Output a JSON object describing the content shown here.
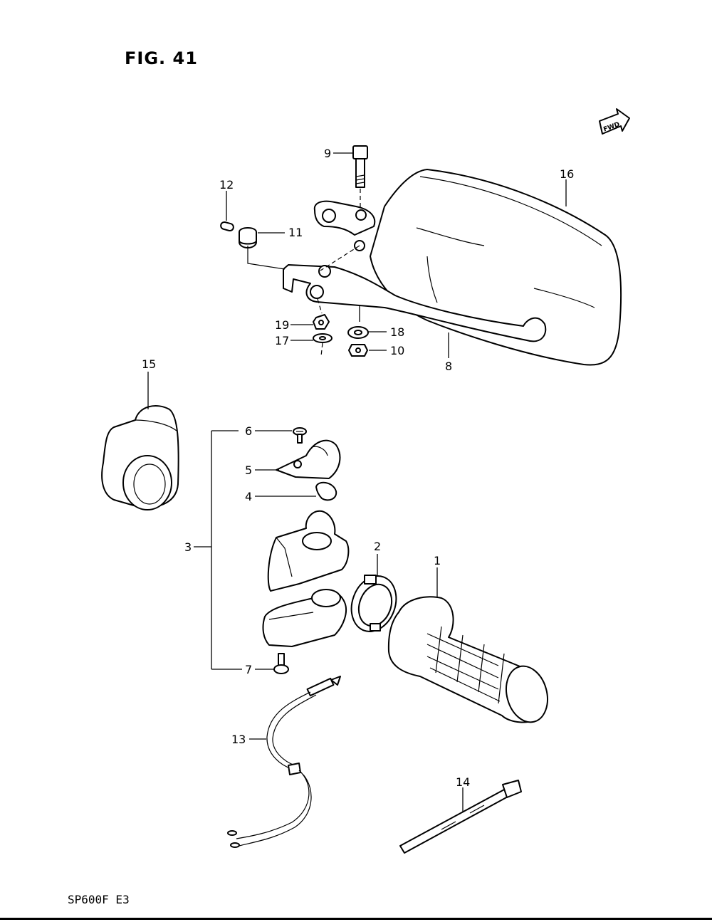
{
  "figure_title": "FIG. 41",
  "model_code": "SP600F  E3",
  "fwd_badge": "FWD",
  "part_numbers": [
    "1",
    "2",
    "3",
    "4",
    "5",
    "6",
    "7",
    "8",
    "9",
    "10",
    "11",
    "12",
    "13",
    "14",
    "15",
    "16",
    "17",
    "18",
    "19"
  ],
  "parts": [
    {
      "number": "1",
      "icon": "throttle-grip"
    },
    {
      "number": "2",
      "icon": "throttle-drum"
    },
    {
      "number": "3",
      "icon": "throttle-housing-set"
    },
    {
      "number": "4",
      "icon": "cable-clamp"
    },
    {
      "number": "5",
      "icon": "housing-cover"
    },
    {
      "number": "6",
      "icon": "screw"
    },
    {
      "number": "7",
      "icon": "screw"
    },
    {
      "number": "8",
      "icon": "handguard-bracket"
    },
    {
      "number": "9",
      "icon": "bolt"
    },
    {
      "number": "10",
      "icon": "nut"
    },
    {
      "number": "11",
      "icon": "cap"
    },
    {
      "number": "12",
      "icon": "pin"
    },
    {
      "number": "13",
      "icon": "wire-harness"
    },
    {
      "number": "14",
      "icon": "cable-tie"
    },
    {
      "number": "15",
      "icon": "housing-boot"
    },
    {
      "number": "16",
      "icon": "handguard"
    },
    {
      "number": "17",
      "icon": "washer"
    },
    {
      "number": "18",
      "icon": "washer"
    },
    {
      "number": "19",
      "icon": "nut"
    }
  ]
}
